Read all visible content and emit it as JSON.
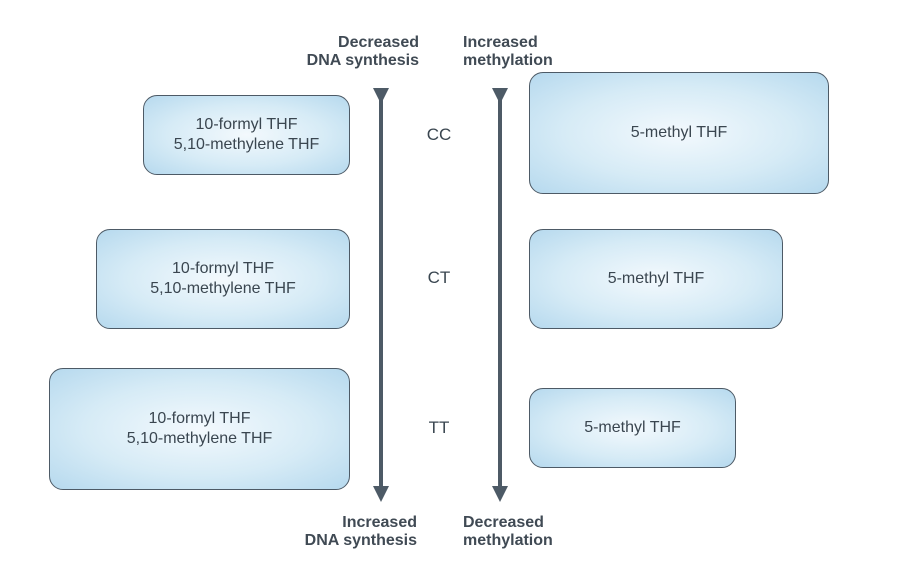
{
  "headers": {
    "top_left": [
      "Decreased",
      "DNA synthesis"
    ],
    "top_right": [
      "Increased",
      "methylation"
    ],
    "bottom_left": [
      "Increased",
      "DNA synthesis"
    ],
    "bottom_right": [
      "Decreased",
      "methylation"
    ]
  },
  "genotypes": [
    "CC",
    "CT",
    "TT"
  ],
  "left_boxes": [
    {
      "line1": "10-formyl THF",
      "line2": "5,10-methylene THF"
    },
    {
      "line1": "10-formyl THF",
      "line2": "5,10-methylene THF"
    },
    {
      "line1": "10-formyl THF",
      "line2": "5,10-methylene THF"
    }
  ],
  "right_boxes": [
    {
      "label": "5-methyl THF"
    },
    {
      "label": "5-methyl THF"
    },
    {
      "label": "5-methyl THF"
    }
  ],
  "colors": {
    "arrow": "#4d5a66",
    "box_fill": "#c9e4f3",
    "box_border": "#4d5a66"
  }
}
